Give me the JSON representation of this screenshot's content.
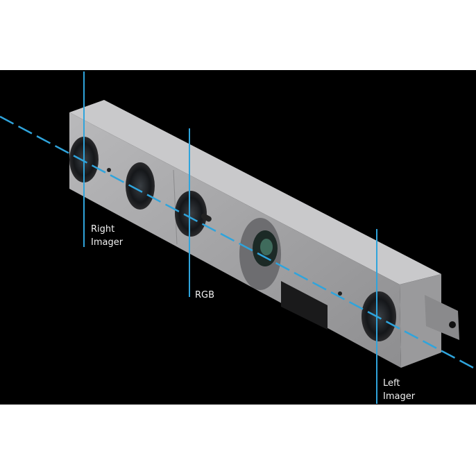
{
  "labels": {
    "right_imager": [
      "Right",
      "Imager"
    ],
    "rgb": "RGB",
    "left_imager": [
      "Left",
      "Imager"
    ]
  },
  "colors": {
    "background": "#000000",
    "axis_line": "#2fa4dc",
    "body": "#a9a9ab"
  }
}
